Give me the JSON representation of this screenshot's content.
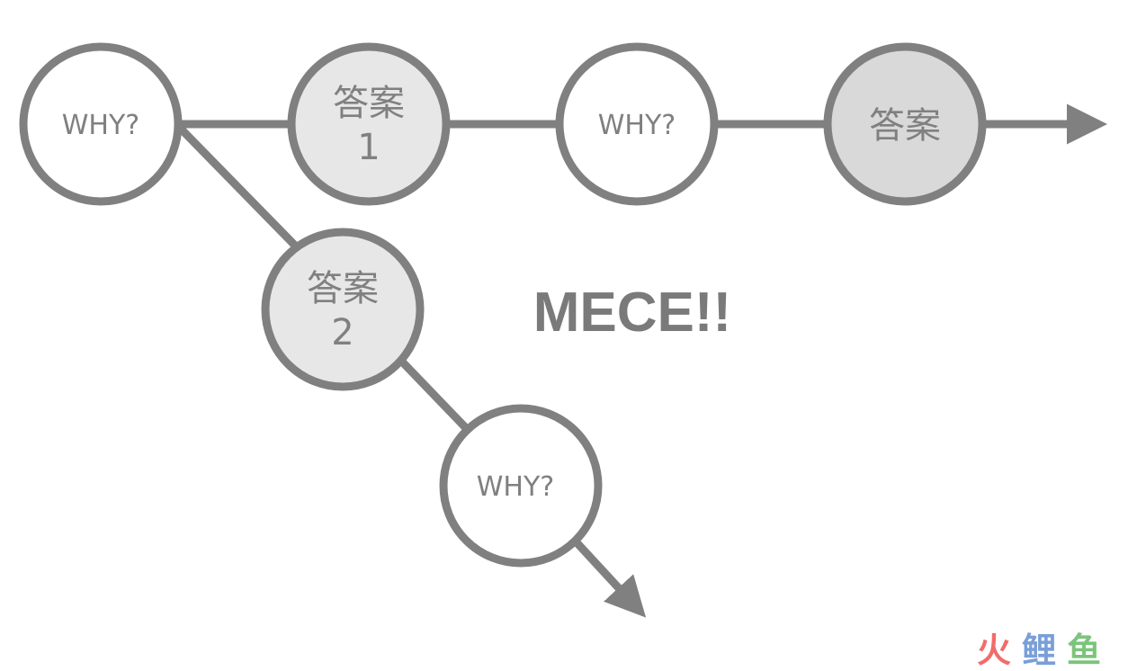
{
  "diagram": {
    "headline": "MECE!!",
    "colors": {
      "line": "#808080",
      "question_fill": "#ffffff",
      "answer_fill": "#e8e7e8",
      "final_answer_fill": "#d9d9d9",
      "text": "#808080"
    },
    "nodes": [
      {
        "id": "why-1",
        "kind": "question",
        "label": "WHY?"
      },
      {
        "id": "answer-1",
        "kind": "answer",
        "label": "答案",
        "number": "1"
      },
      {
        "id": "why-2",
        "kind": "question",
        "label": "WHY?"
      },
      {
        "id": "answer-final",
        "kind": "final_answer",
        "label": "答案"
      },
      {
        "id": "answer-2",
        "kind": "answer",
        "label": "答案",
        "number": "2"
      },
      {
        "id": "why-3",
        "kind": "question",
        "label": "WHY?"
      }
    ],
    "edges": [
      {
        "from": "why-1",
        "to": "answer-1"
      },
      {
        "from": "answer-1",
        "to": "why-2"
      },
      {
        "from": "why-2",
        "to": "answer-final"
      },
      {
        "from": "answer-final",
        "to": "continue-right",
        "arrow": true
      },
      {
        "from": "why-1",
        "to": "answer-2"
      },
      {
        "from": "answer-2",
        "to": "why-3"
      },
      {
        "from": "why-3",
        "to": "continue-down-right",
        "arrow": true
      }
    ]
  },
  "watermark": {
    "chars": [
      "火",
      "鲤",
      "鱼"
    ],
    "colors": [
      "#f26b6b",
      "#7a9fd8",
      "#7cc47c"
    ]
  }
}
